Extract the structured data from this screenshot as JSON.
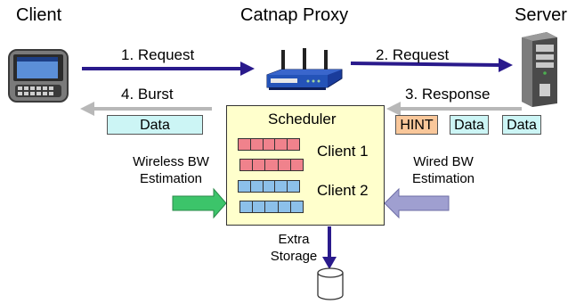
{
  "title_client": "Client",
  "title_proxy": "Catnap Proxy",
  "title_server": "Server",
  "arrow_request1": "1. Request",
  "arrow_request2": "2. Request",
  "arrow_response3": "3. Response",
  "arrow_burst4": "4. Burst",
  "burst_data": "Data",
  "response_items": [
    "HINT",
    "Data",
    "Data"
  ],
  "scheduler": {
    "title": "Scheduler",
    "client1": "Client 1",
    "client2": "Client 2"
  },
  "wireless_bw": [
    "Wireless BW",
    "Estimation"
  ],
  "wired_bw": [
    "Wired BW",
    "Estimation"
  ],
  "extra_storage": [
    "Extra",
    "Storage"
  ],
  "colors": {
    "request_arrow": "#2a1a8c",
    "burst_arrow": "#b8b8b8",
    "scheduler_fill": "#ffffcc",
    "data_box": "#ccf5f5",
    "hint_box": "#f9c79a",
    "queue_client1": "#f0828c",
    "queue_client2": "#8cc0ea",
    "wireless_arrow": "#3cc46a",
    "wired_arrow": "#9f9fd0",
    "storage_arrow": "#2a1a8c"
  },
  "icons": [
    "pda-device-icon",
    "wireless-router-icon",
    "server-tower-icon",
    "storage-cylinder-icon"
  ]
}
